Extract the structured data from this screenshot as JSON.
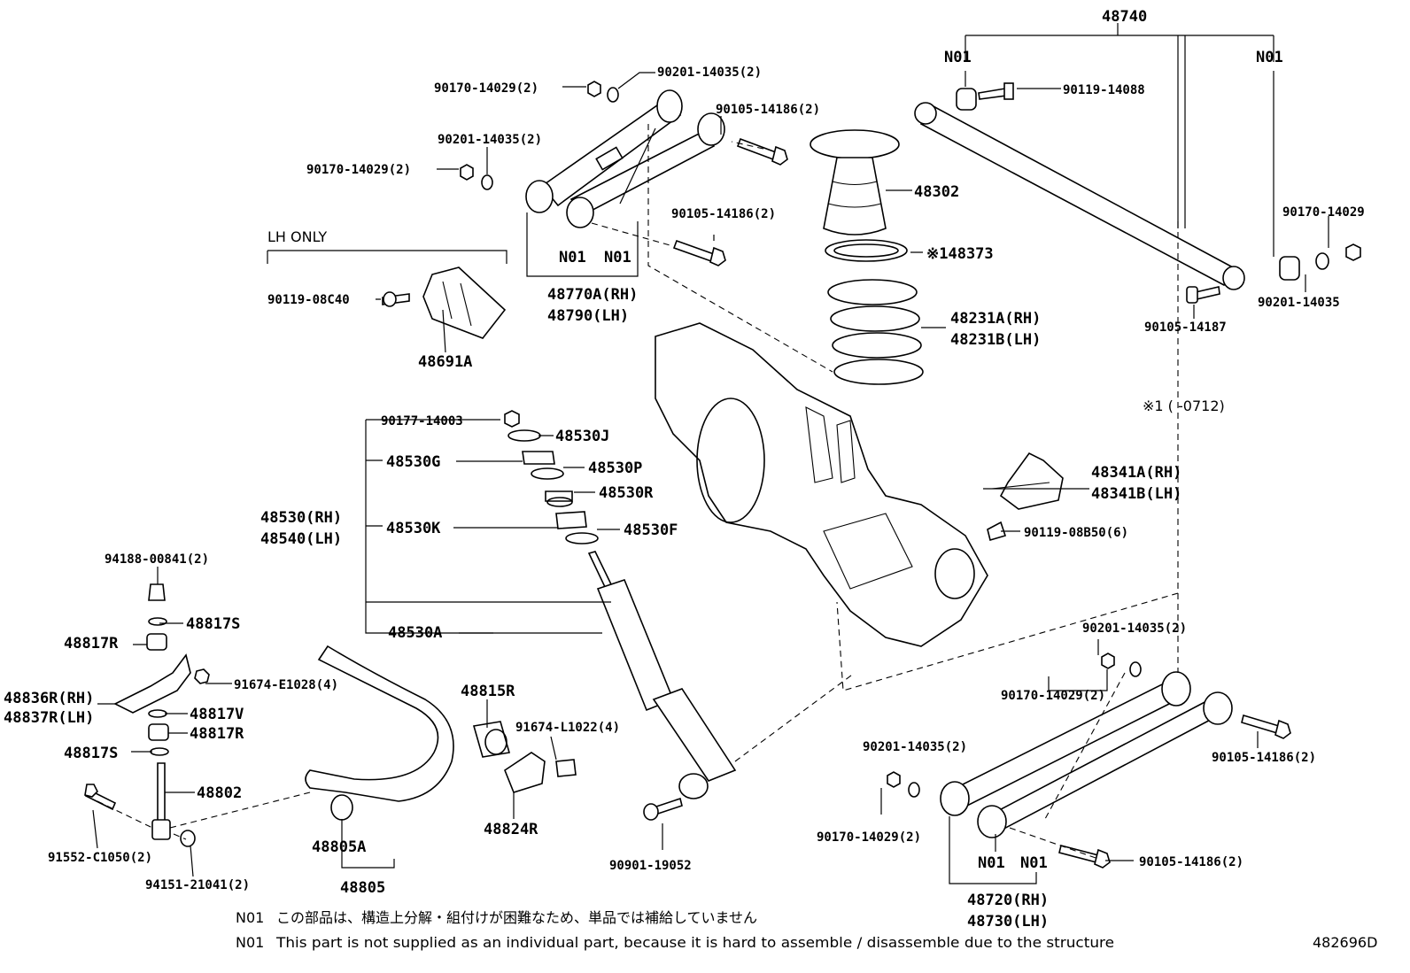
{
  "labels": {
    "p48740": "48740",
    "n01_top_left": "N01",
    "n01_top_right": "N01",
    "p90119_14088": "90119-14088",
    "p90170_14029_top_right": "90170-14029",
    "p90201_14035_top_right": "90201-14035",
    "p90105_14187": "90105-14187",
    "p90170_14029_ul1": "90170-14029(2)",
    "p90201_14035_ul1": "90201-14035(2)",
    "p90201_14035_ul2": "90201-14035(2)",
    "p90170_14029_ul2": "90170-14029(2)",
    "p90105_14186_ul1": "90105-14186(2)",
    "p90105_14186_ul2": "90105-14186(2)",
    "n01_ul_a": "N01",
    "n01_ul_b": "N01",
    "p48770a": "48770A(RH)",
    "p48790": "48790(LH)",
    "lh_only": "LH ONLY",
    "p90119_08c40": "90119-08C40",
    "p48691a": "48691A",
    "p48302": "48302",
    "p48373": "※148373",
    "p48231a": "48231A(RH)",
    "p48231b": "48231B(LH)",
    "footnote_ref": "※1 (    -0712)",
    "p90177_14003": "90177-14003",
    "p48530j": "48530J",
    "p48530g": "48530G",
    "p48530p": "48530P",
    "p48530r": "48530R",
    "p48530": "48530(RH)",
    "p48540": "48540(LH)",
    "p48530k": "48530K",
    "p48530f": "48530F",
    "p48530a": "48530A",
    "p48341a": "48341A(RH)",
    "p48341b": "48341B(LH)",
    "p90119_08b50": "90119-08B50(6)",
    "p94188_00841": "94188-00841(2)",
    "p48817s_a": "48817S",
    "p48817r_a": "48817R",
    "p91674_e1028": "91674-E1028(4)",
    "p48836r": "48836R(RH)",
    "p48837r": "48837R(LH)",
    "p48817v": "48817V",
    "p48817r_b": "48817R",
    "p48817s_b": "48817S",
    "p48802": "48802",
    "p91552_c1050": "91552-C1050(2)",
    "p94151_21041": "94151-21041(2)",
    "p48805a": "48805A",
    "p48805": "48805",
    "p48815r": "48815R",
    "p91674_l1022": "91674-L1022(4)",
    "p48824r": "48824R",
    "p90901_19052": "90901-19052",
    "p90201_14035_lr1": "90201-14035(2)",
    "p90170_14029_lr1": "90170-14029(2)",
    "p90201_14035_lr2": "90201-14035(2)",
    "p90170_14029_lr2": "90170-14029(2)",
    "p90105_14186_lr1": "90105-14186(2)",
    "p90105_14186_lr2": "90105-14186(2)",
    "n01_lr_a": "N01",
    "n01_lr_b": "N01",
    "p48720": "48720(RH)",
    "p48730": "48730(LH)"
  },
  "notes": {
    "jp_code": "N01",
    "jp_text": "この部品は、構造上分解・組付けが困難なため、単品では補給していません",
    "en_code": "N01",
    "en_text": "This part is not supplied as an individual part, because it is hard to assemble / disassemble due to the structure",
    "diagram_id": "482696D"
  }
}
